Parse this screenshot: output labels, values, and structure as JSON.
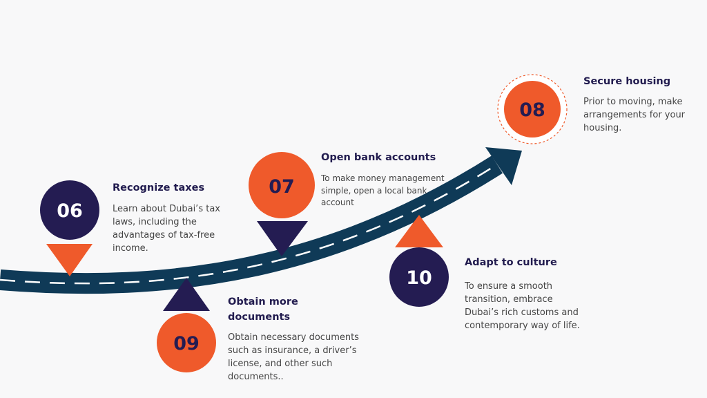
{
  "colors": {
    "navy": "#241c52",
    "orange": "#ef5a2b",
    "road": "#0f3a57",
    "title": "#221c4f",
    "text": "#444444"
  },
  "steps": [
    {
      "number": "06",
      "title": "Recognize taxes",
      "description": " Learn about Dubai’s tax laws, including the advantages of tax-free income."
    },
    {
      "number": "07",
      "title": "Open bank accounts",
      "description": "To make money management simple, open a local bank account"
    },
    {
      "number": "08",
      "title": "Secure housing",
      "description": "Prior to moving, make arrangements for your housing."
    },
    {
      "number": "09",
      "title": "Obtain more documents",
      "description": "Obtain necessary documents such as insurance, a driver’s license, and other such documents.."
    },
    {
      "number": "10",
      "title": "Adapt to culture",
      "description": "To ensure a smooth transition, embrace Dubai’s rich customs and contemporary way of life."
    }
  ]
}
